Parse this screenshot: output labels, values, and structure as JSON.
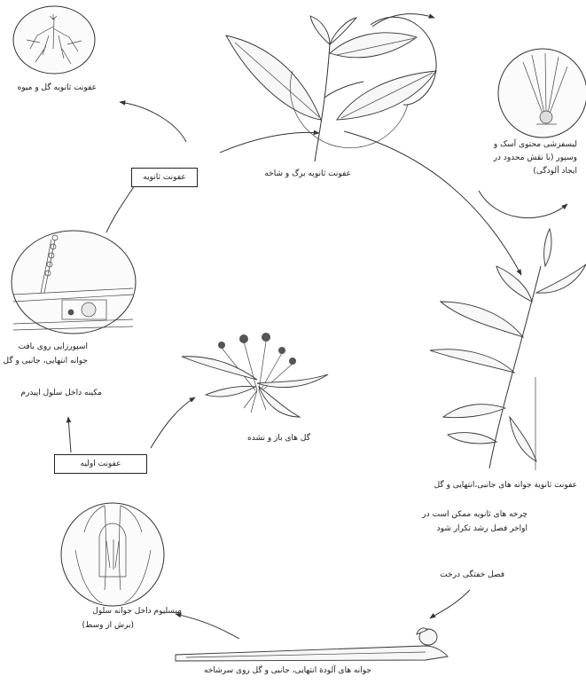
{
  "labels": {
    "flower_fruit": "عفونت ثانویه گل و میوه",
    "leaf_branch": "عفونت ثانویه برگ و شاخه",
    "mycelium_ascus_1": "لیسفزشی محتوی آسک و",
    "mycelium_ascus_2": "وسپور (با نقش محدود در",
    "mycelium_ascus_3": "ایجاد آلودگی)",
    "sporulation_1": "اسپورزایی روی بافت",
    "sporulation_2": "جوانه انتهایی، جانبی و گل",
    "epidermis": "مکینه داخل سلول اپیدرم",
    "flowers_unopened": "گل های باز و نشده",
    "buds_secondary": "عفونت ثانویة جوانه های جانبی،انتهایی و گل",
    "cycles_1": "چرخه های ثانویه ممکن است در",
    "cycles_2": "اواخر فصل رشد تکرار شود",
    "dormant": "فصل خفتگی درخت",
    "mycelium_bud_1": "میسلیوم داخل جوانه سلول",
    "mycelium_bud_2": "(برش از وسط)",
    "infected_buds": "جوانه های آلودة انتهایی، جانبی و گل روی سرشاخه"
  },
  "boxes": {
    "secondary": "عفونت ثانویه",
    "primary": "عفونت اولیه"
  },
  "icons": [
    "flower-fruit-infection-illustration",
    "leafy-shoot-illustration",
    "ascus-microscope-illustration",
    "sporulation-microscope-illustration",
    "opened-flowers-illustration",
    "infected-shoot-illustration",
    "bud-section-illustration",
    "dormant-twig-illustration"
  ]
}
